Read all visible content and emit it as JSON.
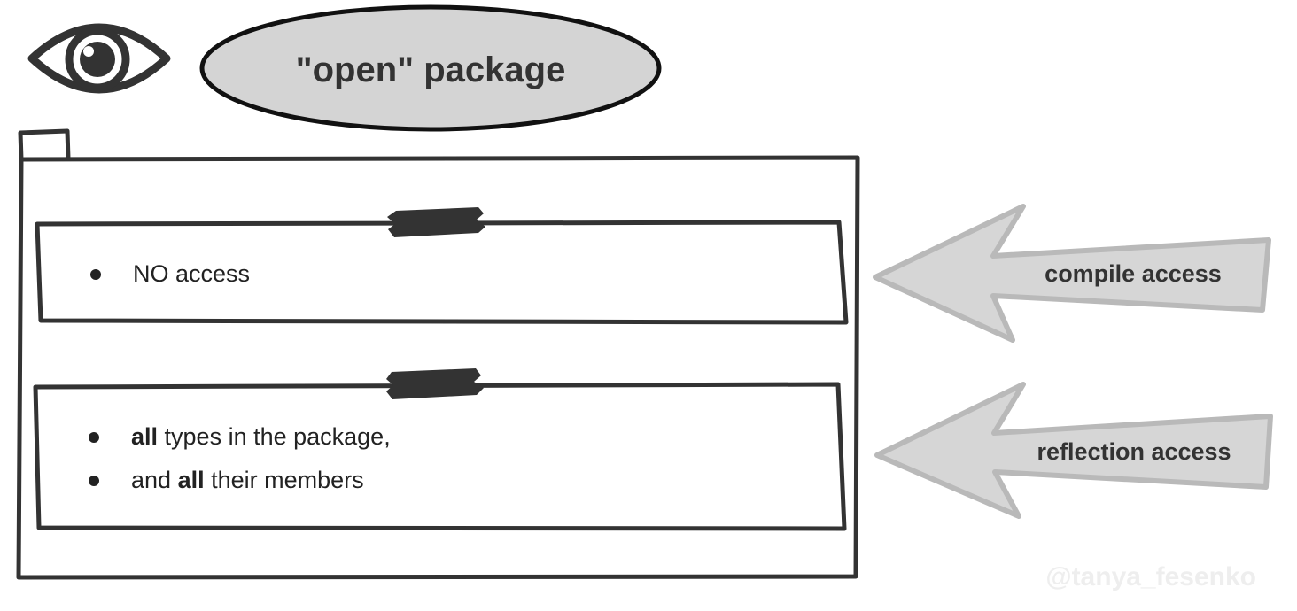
{
  "title": {
    "text": "\"open\" package"
  },
  "icon": {
    "name": "eye-icon"
  },
  "panels": {
    "compile": {
      "items": [
        {
          "text": "NO access"
        }
      ]
    },
    "reflection": {
      "items": [
        {
          "bold": "all",
          "rest": " types in the package,"
        },
        {
          "pre": "and ",
          "bold": "all",
          "rest": " their members"
        }
      ]
    }
  },
  "arrows": {
    "compile": {
      "label": "compile access"
    },
    "reflection": {
      "label": "reflection access"
    }
  },
  "watermark": {
    "text": "@tanya_fesenko"
  },
  "colors": {
    "outline": "#333333",
    "ellipse_fill": "#d4d4d4",
    "arrow_fill": "#d6d6d6",
    "arrow_stroke": "#b9b9b9",
    "tape": "#333333",
    "watermark": "#eeeeee"
  }
}
